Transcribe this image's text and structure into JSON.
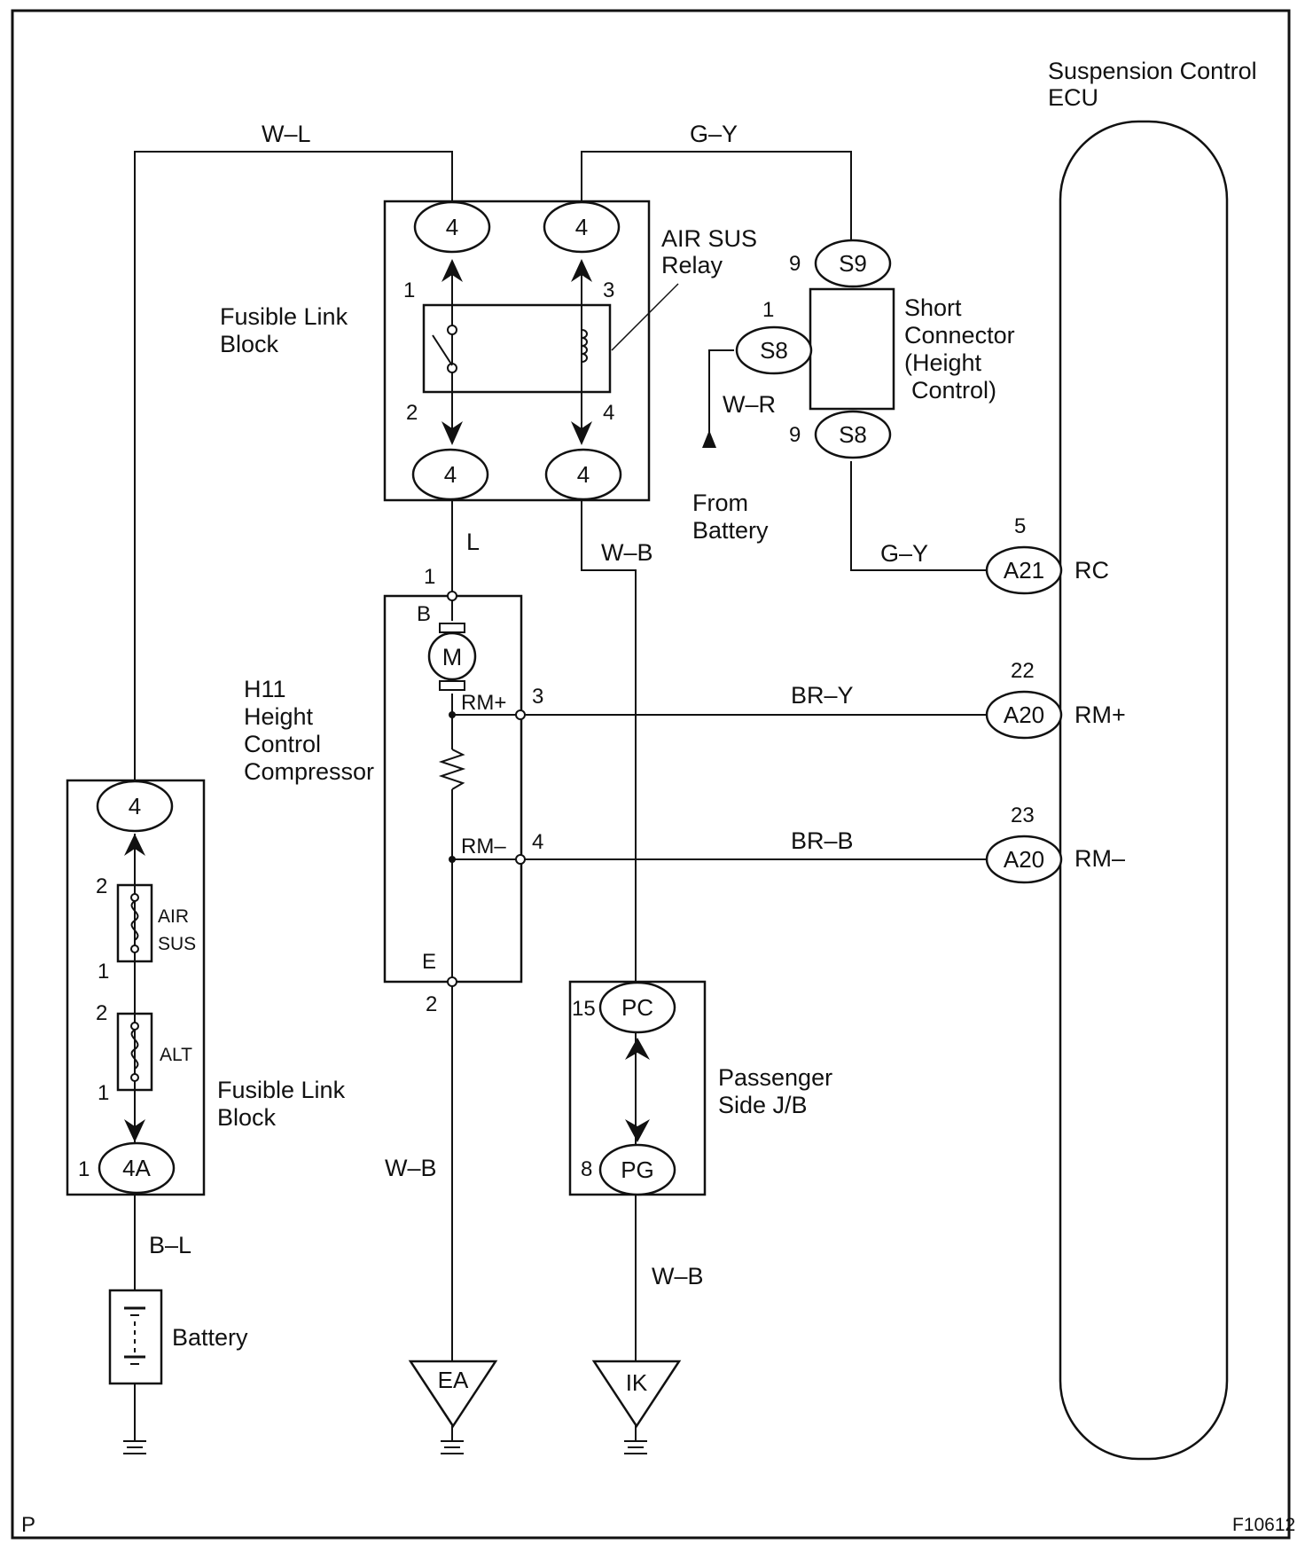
{
  "wire_colors": {
    "top_left": "W–L",
    "top_right": "G–Y",
    "relay_out_left": "L",
    "relay_out_right": "W–B",
    "short_to_ecu": "G–Y",
    "from_battery": "W–R",
    "rm_plus": "BR–Y",
    "rm_minus": "BR–B",
    "ground_compressor": "W–B",
    "ground_jb": "W–B",
    "battery_line": "B–L"
  },
  "labels": {
    "ecu_line1": "Suspension Control",
    "ecu_line2": "ECU",
    "fusible_top_line1": "Fusible Link",
    "fusible_top_line2": "Block",
    "relay_line1": "AIR SUS",
    "relay_line2": "Relay",
    "short_line1": "Short",
    "short_line2": "Connector",
    "short_line3": "(Height",
    "short_line4": "Control)",
    "from_battery_line1": "From",
    "from_battery_line2": "Battery",
    "compressor_line1": "H11",
    "compressor_line2": "Height",
    "compressor_line3": "Control",
    "compressor_line4": "Compressor",
    "passenger_line1": "Passenger",
    "passenger_line2": "Side J/B",
    "fusible_bottom_line1": "Fusible Link",
    "fusible_bottom_line2": "Block",
    "battery": "Battery",
    "fuse_air_line1": "AIR",
    "fuse_air_line2": "SUS",
    "fuse_alt": "ALT",
    "corner_left": "P",
    "corner_right": "F10612"
  },
  "connectors": {
    "relay_tl": "4",
    "relay_tr": "4",
    "relay_bl": "4",
    "relay_br": "4",
    "s9": "S9",
    "s8_left": "S8",
    "s8_bottom": "S8",
    "a21": "A21",
    "a20_plus": "A20",
    "a20_minus": "A20",
    "pc": "PC",
    "pg": "PG",
    "fl_top": "4",
    "fl_bottom": "4A",
    "ground_ea": "EA",
    "ground_ik": "IK"
  },
  "pins": {
    "relay_1": "1",
    "relay_3": "3",
    "relay_2": "2",
    "relay_4": "4",
    "s9_pin": "9",
    "s8_left_pin": "1",
    "s8_bottom_pin": "9",
    "a21_pin": "5",
    "a20_plus_pin": "22",
    "a20_minus_pin": "23",
    "comp_1": "1",
    "comp_3": "3",
    "comp_4": "4",
    "comp_2": "2",
    "pc_pin": "15",
    "pg_pin": "8",
    "fuse_air_2": "2",
    "fuse_air_1": "1",
    "fuse_alt_2": "2",
    "fuse_alt_1": "1",
    "fl_bottom_pin": "1"
  },
  "terminals": {
    "b": "B",
    "motor": "M",
    "rm_plus": "RM+",
    "rm_minus": "RM–",
    "e": "E"
  },
  "ecu_terminals": {
    "rc": "RC",
    "rm_plus": "RM+",
    "rm_minus": "RM–"
  }
}
